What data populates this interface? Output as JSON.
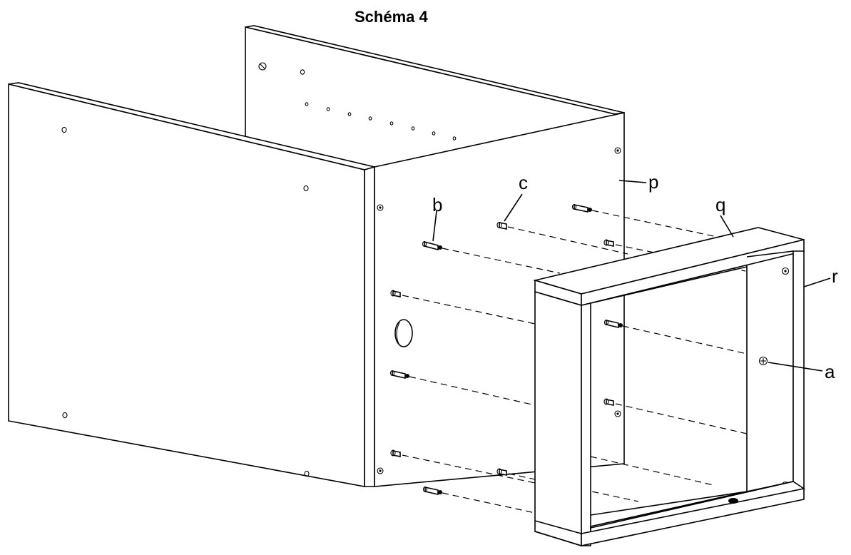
{
  "diagram": {
    "title": "Schéma 4",
    "callouts": {
      "a": "a",
      "b": "b",
      "c": "c",
      "p": "p",
      "q": "q",
      "r": "r"
    },
    "colors": {
      "ink": "#000000",
      "paper": "#ffffff"
    }
  }
}
